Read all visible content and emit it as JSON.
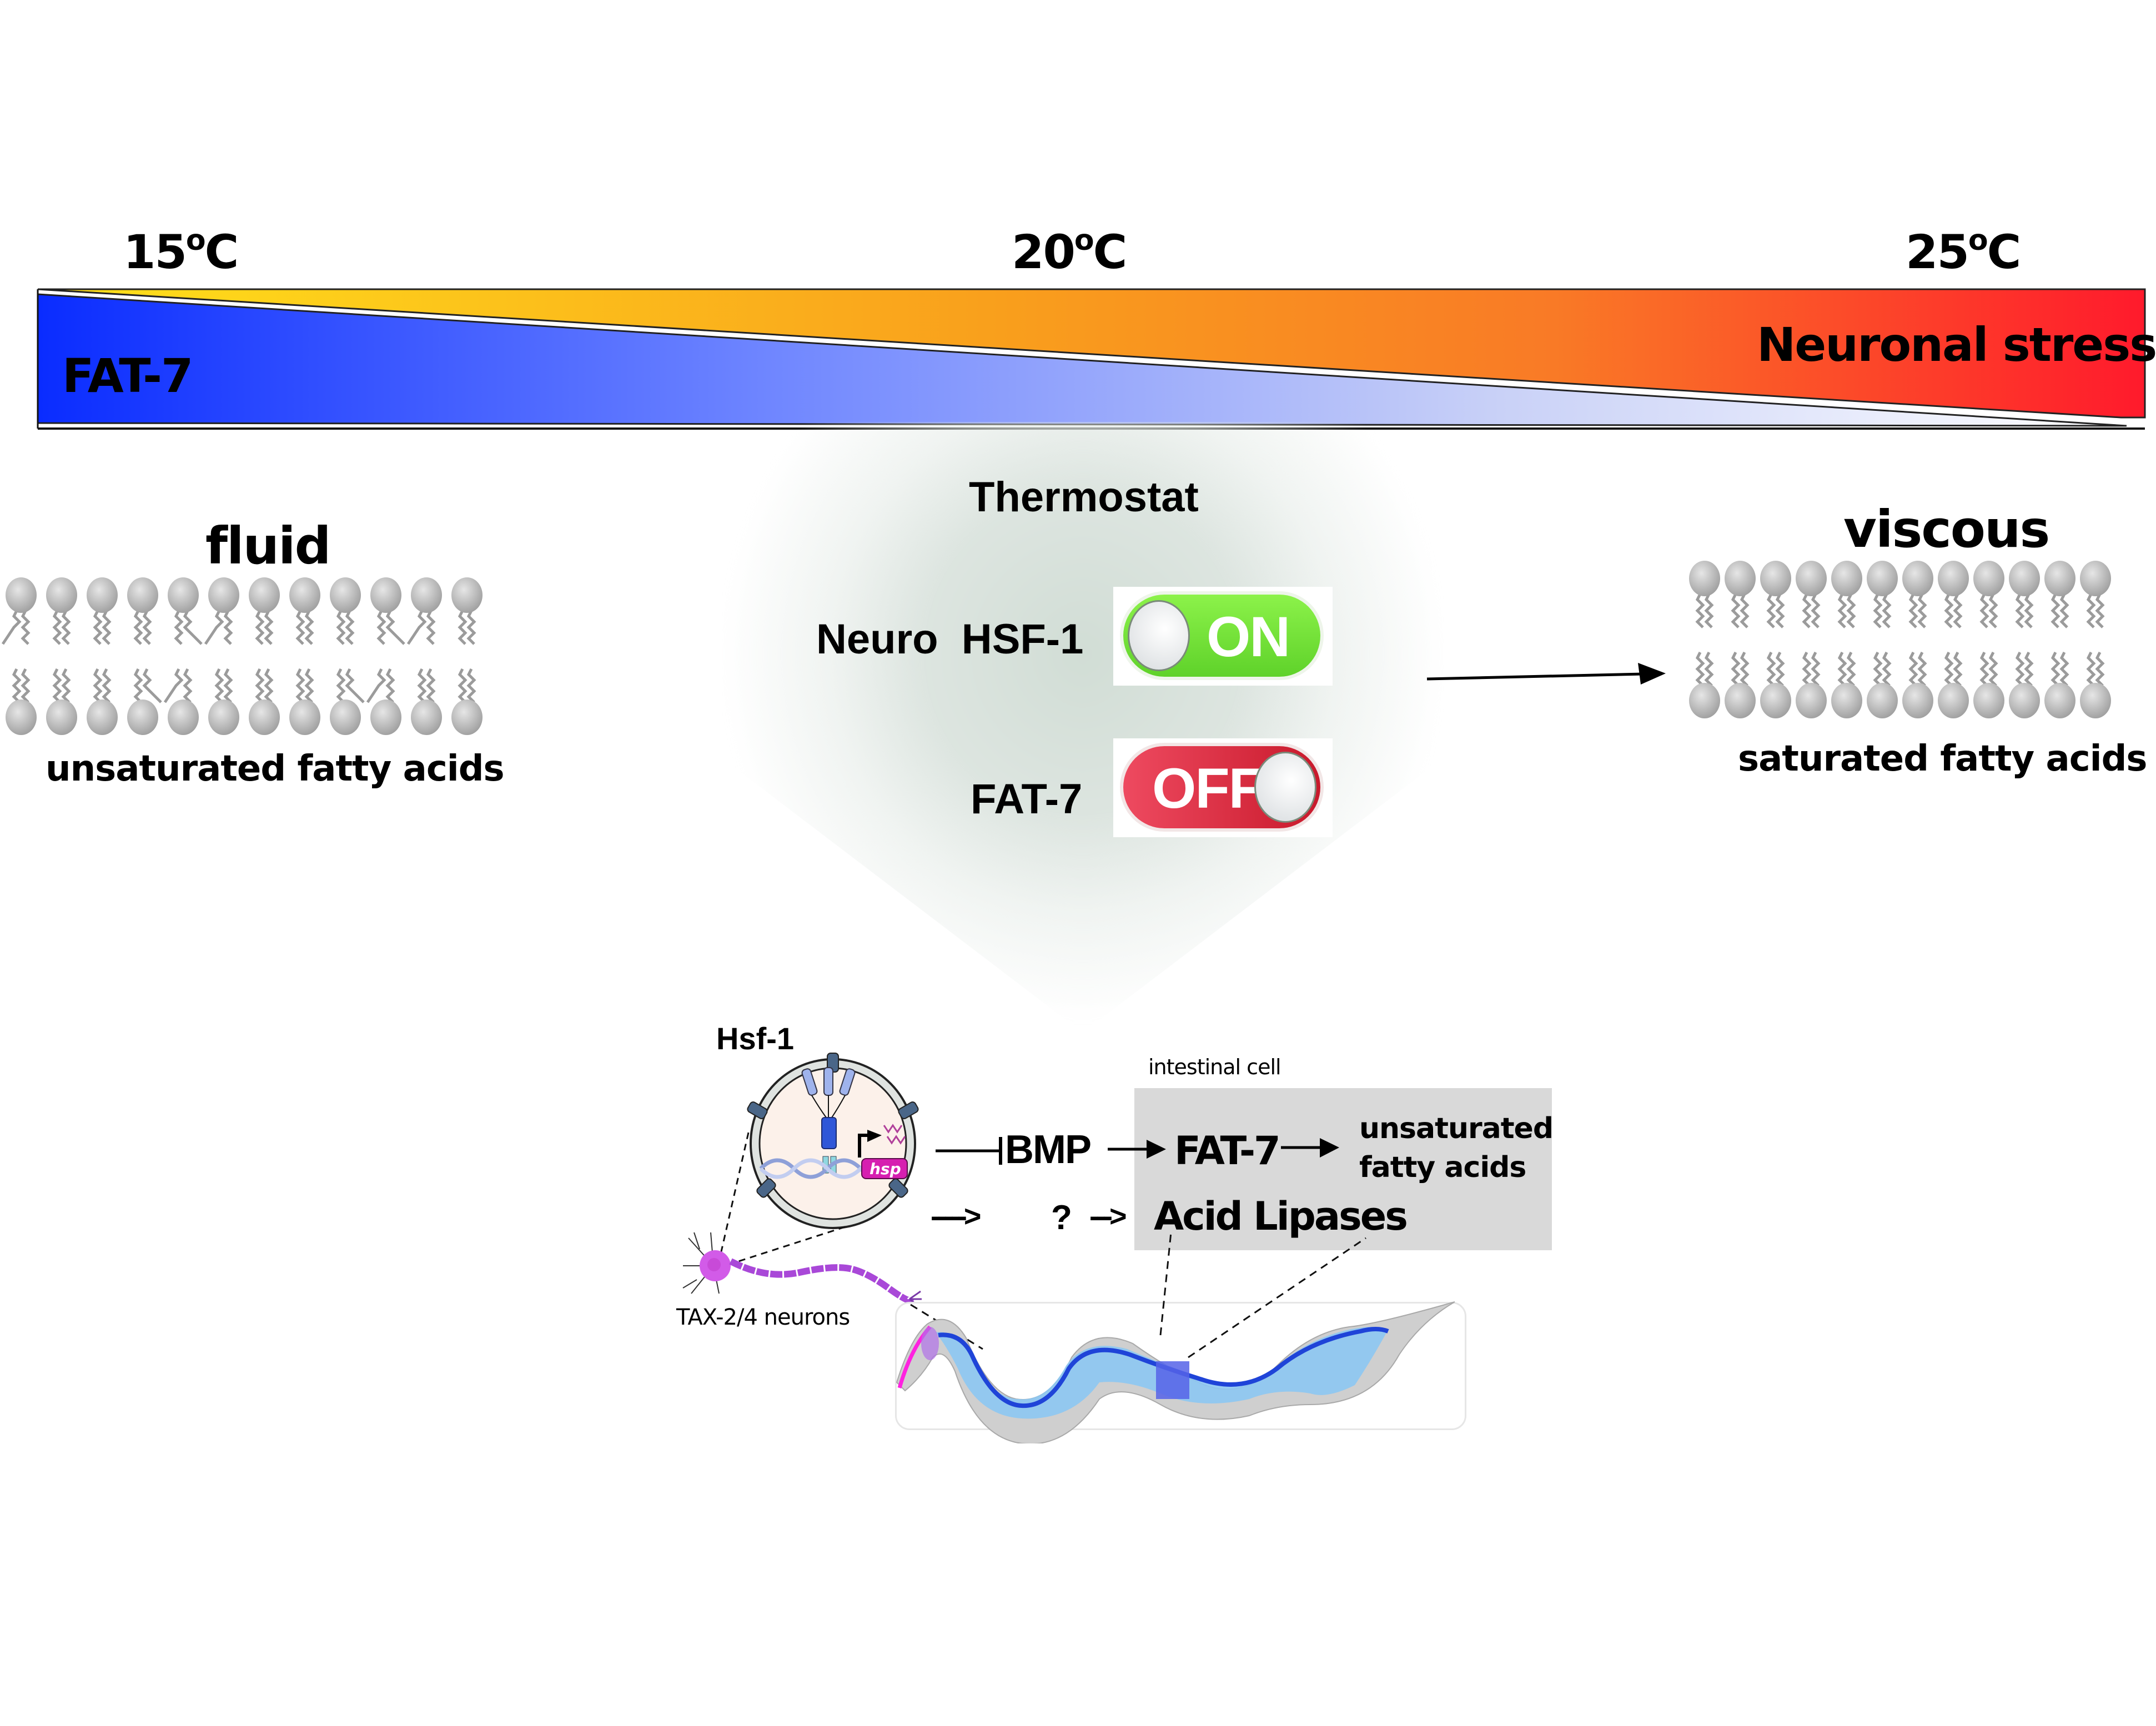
{
  "temperature_scale": {
    "ticks": [
      {
        "value": "15",
        "unit_sup": "o",
        "unit": "C"
      },
      {
        "value": "20",
        "unit_sup": "o",
        "unit": "C"
      },
      {
        "value": "25",
        "unit_sup": "o",
        "unit": "C"
      }
    ],
    "left_label": "FAT-7",
    "right_label": "Neuronal stress",
    "colors": {
      "blue_start": "#0a2cff",
      "blue_end": "#ffffff",
      "warm_start": "#ffe21a",
      "warm_mid": "#f99a1c",
      "warm_end": "#ff1a2c"
    }
  },
  "left_panel": {
    "title": "fluid",
    "caption": "unsaturated fatty acids",
    "lipid_count": 12
  },
  "right_panel": {
    "title": "viscous",
    "caption": "saturated fatty acids",
    "lipid_count": 12
  },
  "thermostat": {
    "title": "Thermostat",
    "switches": [
      {
        "label": "Neuro  HSF-1",
        "state": "ON",
        "color": "#6ae032"
      },
      {
        "label": "FAT-7",
        "state": "OFF",
        "color": "#e03447"
      }
    ]
  },
  "pathway": {
    "hsf_label": "Hsf-1",
    "gene_label": "hsp",
    "neuron_label": "TAX-2/4 neurons",
    "cell_label": "intestinal cell",
    "bmp": "BMP",
    "fat7": "FAT-7",
    "product": [
      "unsaturated",
      "fatty acids"
    ],
    "dashed_arrow_1": "----->",
    "question": "?",
    "dashed_arrow_2": "--->",
    "lipases": "Acid Lipases"
  }
}
